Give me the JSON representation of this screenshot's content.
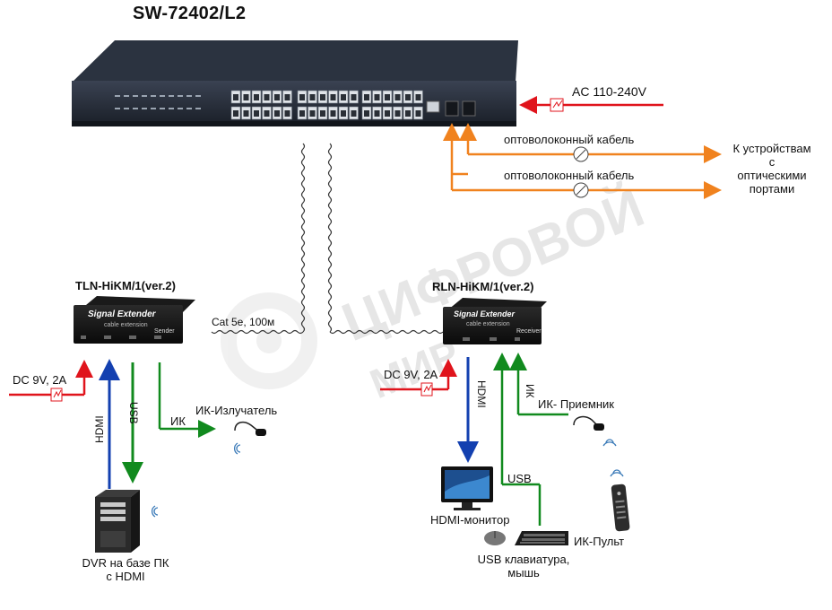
{
  "switch": {
    "model": "SW-72402/L2"
  },
  "power": {
    "ac": "AC 110-240V"
  },
  "fiber": {
    "cable_1": "оптоволоконный кабель",
    "cable_2": "оптоволоконный кабель",
    "target": "К устройствам\nс\nоптическими\nпортами"
  },
  "twisted_pair": {
    "label": "Cat 5e, 100м"
  },
  "watermark": {
    "line1": "ЦИФРОВОЙ",
    "line2": "МИР"
  },
  "sender": {
    "model": "TLN-HiKM/1(ver.2)",
    "device_title": "Signal Extender",
    "device_sub": "cable extension",
    "device_tag": "Sender",
    "power": "DC 9V, 2A",
    "hdmi": "HDMI",
    "usb": "USB",
    "ir_short": "ИК",
    "ir_emitter": "ИК-Излучатель",
    "pc_label": "DVR на базе ПК\nс HDMI"
  },
  "receiver": {
    "model": "RLN-HiKM/1(ver.2)",
    "device_title": "Signal Extender",
    "device_sub": "cable extension",
    "device_tag": "Receiver",
    "power": "DC 9V, 2A",
    "hdmi": "HDMI",
    "ir_short": "ИК",
    "ir_receiver": "ИК- Приемник",
    "usb": "USB",
    "monitor": "HDMI-монитор",
    "keyboard": "USB клавиатура,\nмышь",
    "remote": "ИК-Пульт"
  },
  "colors": {
    "red": "#e0141c",
    "orange": "#f0821e",
    "blue": "#1340b0",
    "green": "#118a1e"
  }
}
